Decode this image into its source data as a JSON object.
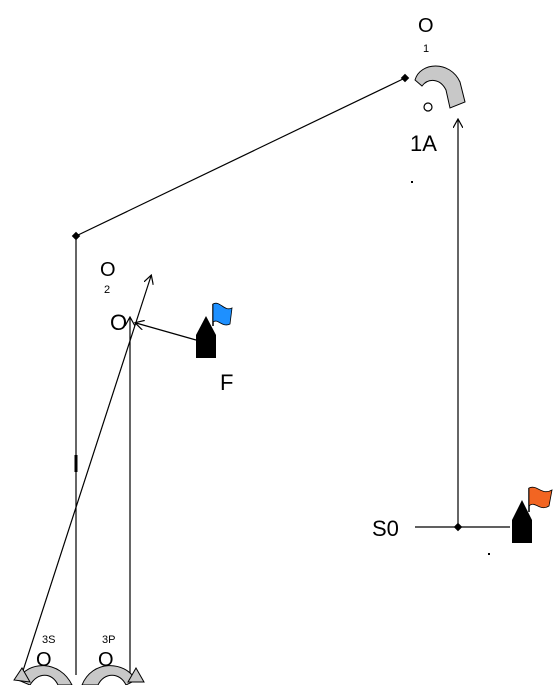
{
  "diagram": {
    "labels": {
      "mark_1": "O",
      "mark_1_sub": "1",
      "mark_1a": "1A",
      "mark_2": "O",
      "mark_2_sub": "2",
      "offset_mark": "O",
      "flag_f": "F",
      "start": "S0",
      "gate_3s_sub": "3S",
      "gate_3s": "O",
      "gate_3p_sub": "3P",
      "gate_3p": "O"
    },
    "colors": {
      "line": "#000000",
      "arrow_fill": "#c8c8c8",
      "flag_start": "#f26522",
      "flag_f": "#1e90ff",
      "boat": "#000000"
    },
    "icons": {
      "start_boat": "boat-with-orange-flag-icon",
      "f_boat": "boat-with-blue-flag-icon",
      "rounding": "curved-rounding-arrow-icon"
    }
  }
}
